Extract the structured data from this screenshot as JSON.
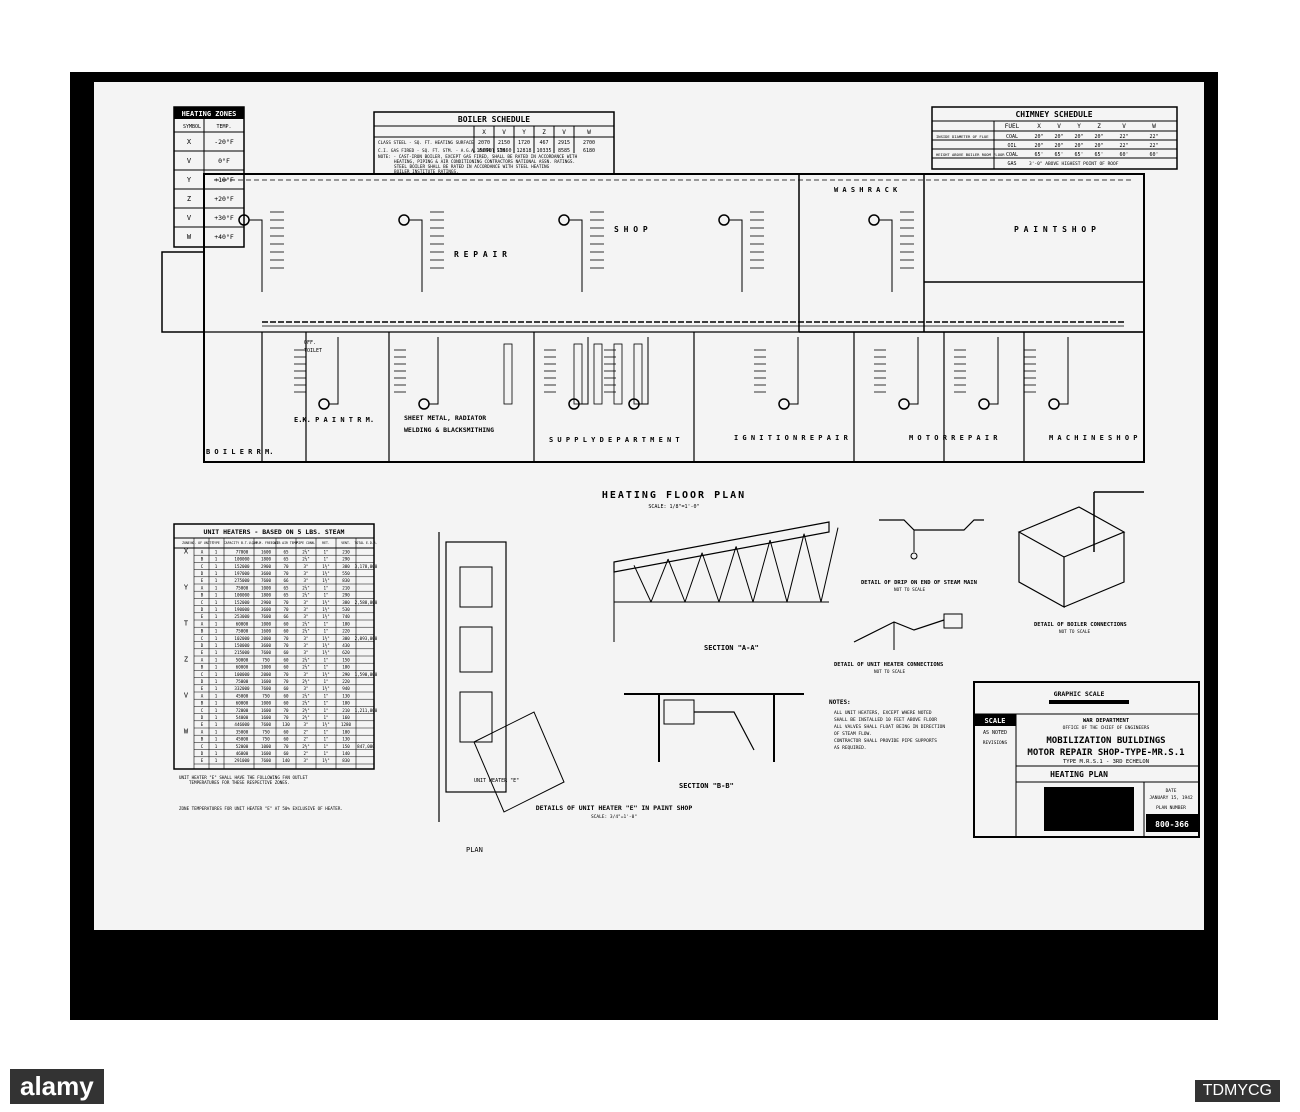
{
  "plan": {
    "title": "HEATING FLOOR PLAN",
    "scale": "SCALE: 1/8\"=1'-0\"",
    "rooms": [
      {
        "key": "repair",
        "label": "R E P A I R"
      },
      {
        "key": "shop",
        "label": "S H O P"
      },
      {
        "key": "washrack",
        "label": "W A S H  R A C K"
      },
      {
        "key": "paint",
        "label": "P A I N T  S H O P"
      },
      {
        "key": "boiler",
        "label": "B O I L E R  R M."
      },
      {
        "key": "ckpaint",
        "label": "E.K. P A I N T  R M."
      },
      {
        "key": "sheetmetal",
        "label": "SHEET METAL, RADIATOR"
      },
      {
        "key": "welding",
        "label": "WELDING & BLACKSMITHING"
      },
      {
        "key": "supply",
        "label": "S U P P L Y  D E P A R T M E N T"
      },
      {
        "key": "ignition",
        "label": "I G N I T I O N  R E P A I R"
      },
      {
        "key": "motor",
        "label": "M O T O R   R E P A I R"
      },
      {
        "key": "machine",
        "label": "M A C H I N E  S H O P"
      },
      {
        "key": "office",
        "label": "OFF."
      },
      {
        "key": "toilet",
        "label": "TOILET"
      }
    ]
  },
  "heating_zones": {
    "title": "HEATING ZONES",
    "headers": [
      "SYMBOL",
      "TEMP."
    ],
    "rows": [
      [
        "X",
        "-20°F"
      ],
      [
        "V",
        "0°F"
      ],
      [
        "Y",
        "+10°F"
      ],
      [
        "Z",
        "+20°F"
      ],
      [
        "V",
        "+30°F"
      ],
      [
        "W",
        "+40°F"
      ]
    ]
  },
  "boiler_schedule": {
    "title": "BOILER SCHEDULE",
    "headers": [
      "",
      "X",
      "V",
      "Y",
      "Z",
      "V",
      "W"
    ],
    "rows": [
      [
        "CLASS STEEL - SQ. FT. HEATING SURFACE",
        "2070",
        "2150",
        "1720",
        "467",
        "2915",
        "2700"
      ],
      [
        "C.I. GAS FIRED - SQ. FT. STM. - A.G.A. OUTPUT STM.",
        "15060",
        "13860",
        "12818",
        "10335",
        "8585",
        "6180"
      ]
    ],
    "note1": "NOTE: - CAST-IRON BOILER, EXCEPT GAS FIRED, SHALL BE RATED IN ACCORDANCE WITH",
    "note2": "HEATING, PIPING & AIR CONDITIONING CONTRACTORS NATIONAL ASSN. RATINGS.",
    "note3": "STEEL BOILER SHALL BE RATED IN ACCORDANCE WITH STEEL HEATING",
    "note4": "BOILER INSTITUTE RATINGS."
  },
  "chimney_schedule": {
    "title": "CHIMNEY SCHEDULE",
    "headers": [
      "",
      "FUEL",
      "X",
      "V",
      "Y",
      "Z",
      "V",
      "W"
    ],
    "rows": [
      [
        "INSIDE DIAMETER OF FLUE",
        "COAL",
        "20\"",
        "20\"",
        "20\"",
        "20\"",
        "22\"",
        "22\""
      ],
      [
        "",
        "OIL",
        "20\"",
        "20\"",
        "20\"",
        "20\"",
        "22\"",
        "22\""
      ],
      [
        "HEIGHT ABOVE BOILER ROOM FLOOR",
        "COAL",
        "65'",
        "65'",
        "65'",
        "65'",
        "60'",
        "60'"
      ],
      [
        "",
        "GAS",
        "3'-0\" ABOVE HIGHEST POINT OF ROOF",
        "",
        "",
        "",
        "",
        ""
      ]
    ]
  },
  "unit_heaters": {
    "title": "UNIT HEATERS - BASED ON 5 LBS. STEAM",
    "headers": [
      "ZONE",
      "NO. OF UNITS",
      "TYPE",
      "CAPACITY B.T.U./HR.",
      "C.F.M. FREE AIR",
      "OUT. AIR TEMP.",
      "PIPE CONN.",
      "RET.",
      "VENT.",
      "TOTAL E.D.R."
    ],
    "rows": [
      [
        "X",
        "A",
        "1",
        "77800",
        "1600",
        "65",
        "2½\"",
        "1\"",
        "230",
        ""
      ],
      [
        "",
        "B",
        "1",
        "100000",
        "1800",
        "65",
        "2½\"",
        "1\"",
        "290",
        ""
      ],
      [
        "",
        "C",
        "1",
        "152000",
        "2900",
        "70",
        "3\"",
        "1½\"",
        "380",
        "3,178,000"
      ],
      [
        "",
        "D",
        "1",
        "197000",
        "3600",
        "70",
        "3\"",
        "1½\"",
        "550",
        ""
      ],
      [
        "",
        "E",
        "1",
        "275000",
        "7600",
        "66",
        "3\"",
        "1½\"",
        "830",
        ""
      ],
      [
        "Y",
        "A",
        "1",
        "75000",
        "1000",
        "65",
        "2½\"",
        "1\"",
        "210",
        ""
      ],
      [
        "",
        "B",
        "1",
        "100000",
        "1800",
        "65",
        "2½\"",
        "1\"",
        "290",
        ""
      ],
      [
        "",
        "C",
        "1",
        "152000",
        "2900",
        "70",
        "3\"",
        "1½\"",
        "380",
        "2,588,000"
      ],
      [
        "",
        "D",
        "1",
        "190000",
        "3600",
        "70",
        "3\"",
        "1½\"",
        "530",
        ""
      ],
      [
        "",
        "E",
        "1",
        "253000",
        "7600",
        "66",
        "3\"",
        "1½\"",
        "740",
        ""
      ],
      [
        "T",
        "A",
        "1",
        "60000",
        "1000",
        "60",
        "2½\"",
        "1\"",
        "180",
        ""
      ],
      [
        "",
        "B",
        "1",
        "75000",
        "1600",
        "60",
        "2½\"",
        "1\"",
        "220",
        ""
      ],
      [
        "",
        "C",
        "1",
        "102000",
        "2000",
        "70",
        "3\"",
        "1½\"",
        "300",
        "2,093,000"
      ],
      [
        "",
        "D",
        "1",
        "150000",
        "3600",
        "70",
        "3\"",
        "1½\"",
        "430",
        ""
      ],
      [
        "",
        "E",
        "1",
        "215000",
        "7600",
        "60",
        "3\"",
        "1½\"",
        "620",
        ""
      ],
      [
        "Z",
        "A",
        "1",
        "50000",
        "750",
        "60",
        "2½\"",
        "1\"",
        "150",
        ""
      ],
      [
        "",
        "B",
        "1",
        "60000",
        "1000",
        "60",
        "2½\"",
        "1\"",
        "180",
        ""
      ],
      [
        "",
        "C",
        "1",
        "100000",
        "2000",
        "70",
        "3\"",
        "1½\"",
        "290",
        "1,590,000"
      ],
      [
        "",
        "D",
        "1",
        "75000",
        "1600",
        "70",
        "2½\"",
        "1\"",
        "220",
        ""
      ],
      [
        "",
        "E",
        "1",
        "332000",
        "7600",
        "60",
        "3\"",
        "1½\"",
        "940",
        ""
      ],
      [
        "V",
        "A",
        "1",
        "45000",
        "750",
        "60",
        "2½\"",
        "1\"",
        "130",
        ""
      ],
      [
        "",
        "B",
        "1",
        "60000",
        "1000",
        "60",
        "2½\"",
        "1\"",
        "180",
        ""
      ],
      [
        "",
        "C",
        "1",
        "72000",
        "1600",
        "70",
        "2½\"",
        "1\"",
        "210",
        "1,211,000"
      ],
      [
        "",
        "D",
        "1",
        "54000",
        "1600",
        "70",
        "2½\"",
        "1\"",
        "160",
        ""
      ],
      [
        "",
        "E",
        "1",
        "446000",
        "7600",
        "130",
        "3\"",
        "1½\"",
        "1280",
        ""
      ],
      [
        "W",
        "A",
        "1",
        "35000",
        "750",
        "60",
        "2\"",
        "1\"",
        "100",
        ""
      ],
      [
        "",
        "B",
        "1",
        "45000",
        "750",
        "60",
        "2\"",
        "1\"",
        "130",
        ""
      ],
      [
        "",
        "C",
        "1",
        "52000",
        "1000",
        "70",
        "2½\"",
        "1\"",
        "150",
        "847,000"
      ],
      [
        "",
        "D",
        "1",
        "46000",
        "1600",
        "60",
        "2\"",
        "1\"",
        "140",
        ""
      ],
      [
        "",
        "E",
        "1",
        "291000",
        "7600",
        "140",
        "3\"",
        "1½\"",
        "830",
        ""
      ]
    ],
    "footnote1": "UNIT HEATER \"E\" SHALL HAVE THE FOLLOWING FAN OUTLET",
    "footnote2": "TEMPERATURES FOR THESE RESPECTIVE ZONES.",
    "footnote3": "ZONE TEMPERATURES FOR UNIT HEATER \"E\" AT 50% EXCLUSIVE OF HEATER."
  },
  "details": {
    "plan_label": "PLAN",
    "section_aa": "SECTION \"A-A\"",
    "section_bb": "SECTION \"B-B\"",
    "drip": "DETAIL OF DRIP ON END OF STEAM MAIN",
    "drip_scale": "NOT TO SCALE",
    "unit_conn": "DETAIL OF UNIT HEATER CONNECTIONS",
    "unit_conn_scale": "NOT TO SCALE",
    "boiler_conn": "DETAIL OF BOILER CONNECTIONS",
    "boiler_conn_scale": "NOT TO SCALE",
    "unit_e": "DETAILS OF UNIT HEATER \"E\" IN PAINT SHOP",
    "unit_e_scale": "SCALE: 3/4\"=1'-0\"",
    "unit_heater_e": "UNIT HEATER \"E\""
  },
  "notes": {
    "title": "NOTES:",
    "lines": [
      "ALL UNIT HEATERS, EXCEPT WHERE NOTED",
      "SHALL BE INSTALLED 10 FEET ABOVE FLOOR",
      "ALL VALVES SHALL FLOAT BEING IN DIRECTION",
      "OF STEAM FLOW.",
      "CONTRACTOR SHALL PROVIDE PIPE SUPPORTS",
      "AS REQUIRED."
    ]
  },
  "title_block": {
    "graphic_scale": "GRAPHIC SCALE",
    "scale_label": "SCALE",
    "scale_value": "AS NOTED",
    "revisions": "REVISIONS",
    "dept": "WAR DEPARTMENT",
    "office": "OFFICE OF THE CHIEF OF ENGINEERS",
    "line1": "MOBILIZATION BUILDINGS",
    "line2": "MOTOR REPAIR SHOP-TYPE-MR.S.1",
    "line3": "TYPE M.R.S.1 - 3RD ECHELON",
    "line4": "HEATING PLAN",
    "date_label": "DATE",
    "date_value": "JANUARY 15, 1942",
    "plan_no_label": "PLAN NUMBER",
    "plan_no": "800-366"
  },
  "watermark": {
    "brand": "alamy",
    "image_id": "TDMYCG"
  }
}
